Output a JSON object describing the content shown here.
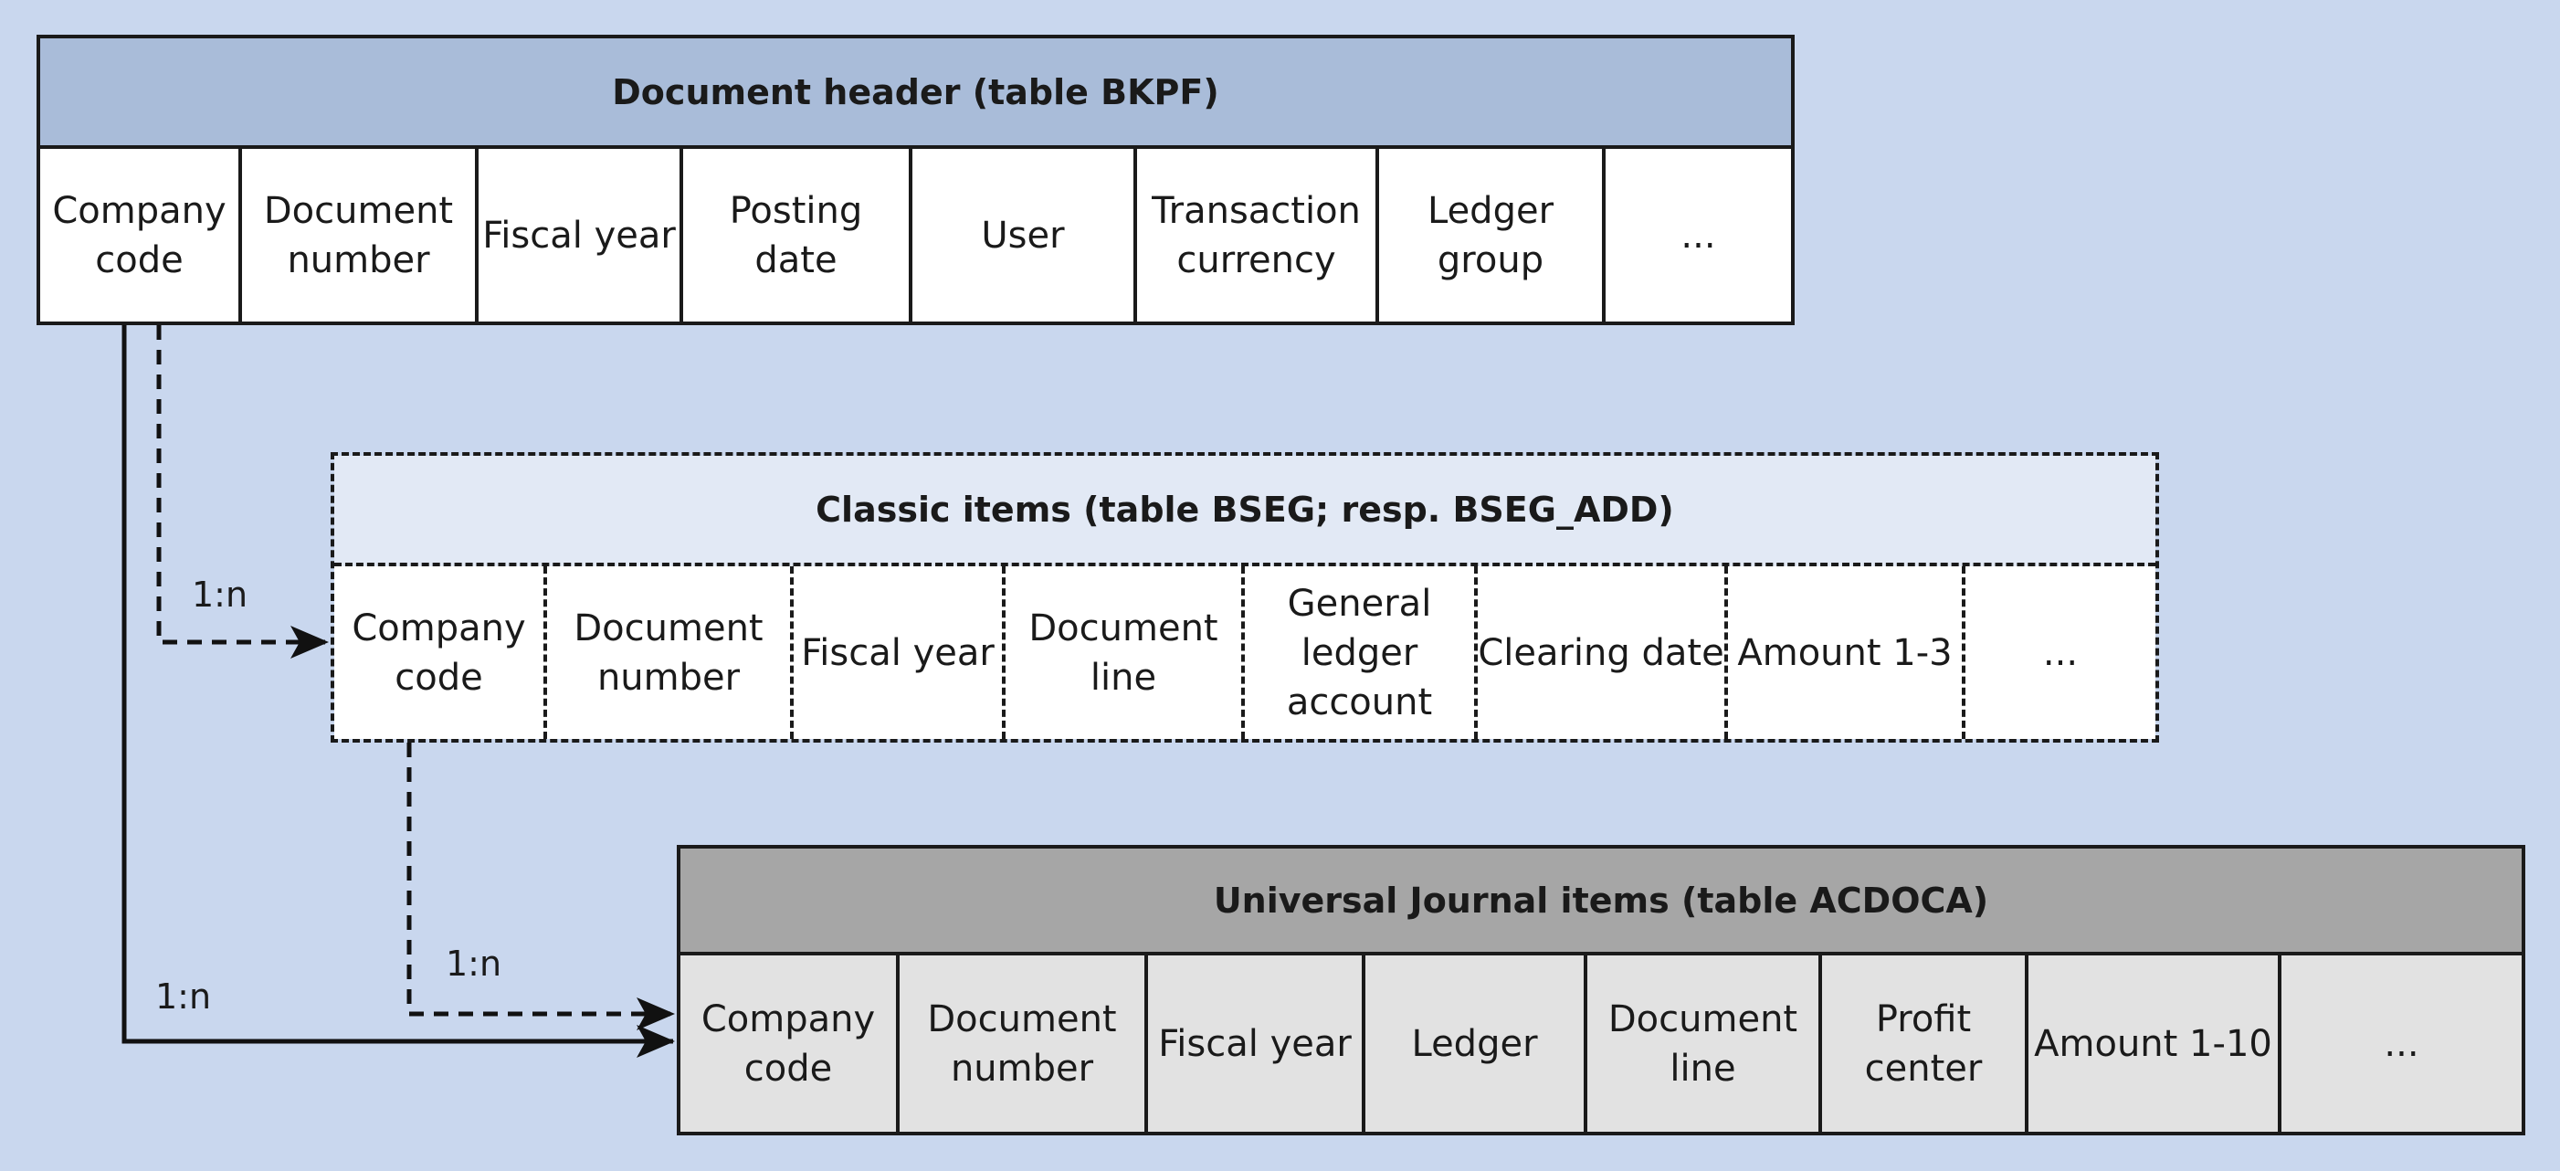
{
  "tables": {
    "bkpf": {
      "title": "Document header (table BKPF)",
      "cells": [
        "Company code",
        "Document number",
        "Fiscal year",
        "Posting date",
        "User",
        "Transaction currency",
        "Ledger group",
        "..."
      ]
    },
    "bseg": {
      "title": "Classic items (table BSEG; resp. BSEG_ADD)",
      "cells": [
        "Company code",
        "Document number",
        "Fiscal year",
        "Document line",
        "General ledger account",
        "Clearing date",
        "Amount 1-3",
        "..."
      ]
    },
    "acdoca": {
      "title": "Universal Journal items (table ACDOCA)",
      "cells": [
        "Company code",
        "Document number",
        "Fiscal year",
        "Ledger",
        "Document line",
        "Profit center",
        "Amount 1-10",
        "..."
      ]
    }
  },
  "relations": {
    "bkpf_to_bseg": "1:n",
    "bseg_to_acdoca": "1:n",
    "bkpf_to_acdoca": "1:n"
  },
  "colors": {
    "background": "#c9d7ee",
    "bkpf_header": "#a9bcd9",
    "bseg_header": "#e2e9f5",
    "acdoca_header": "#a6a6a6",
    "acdoca_cells": "#e2e2e2"
  }
}
